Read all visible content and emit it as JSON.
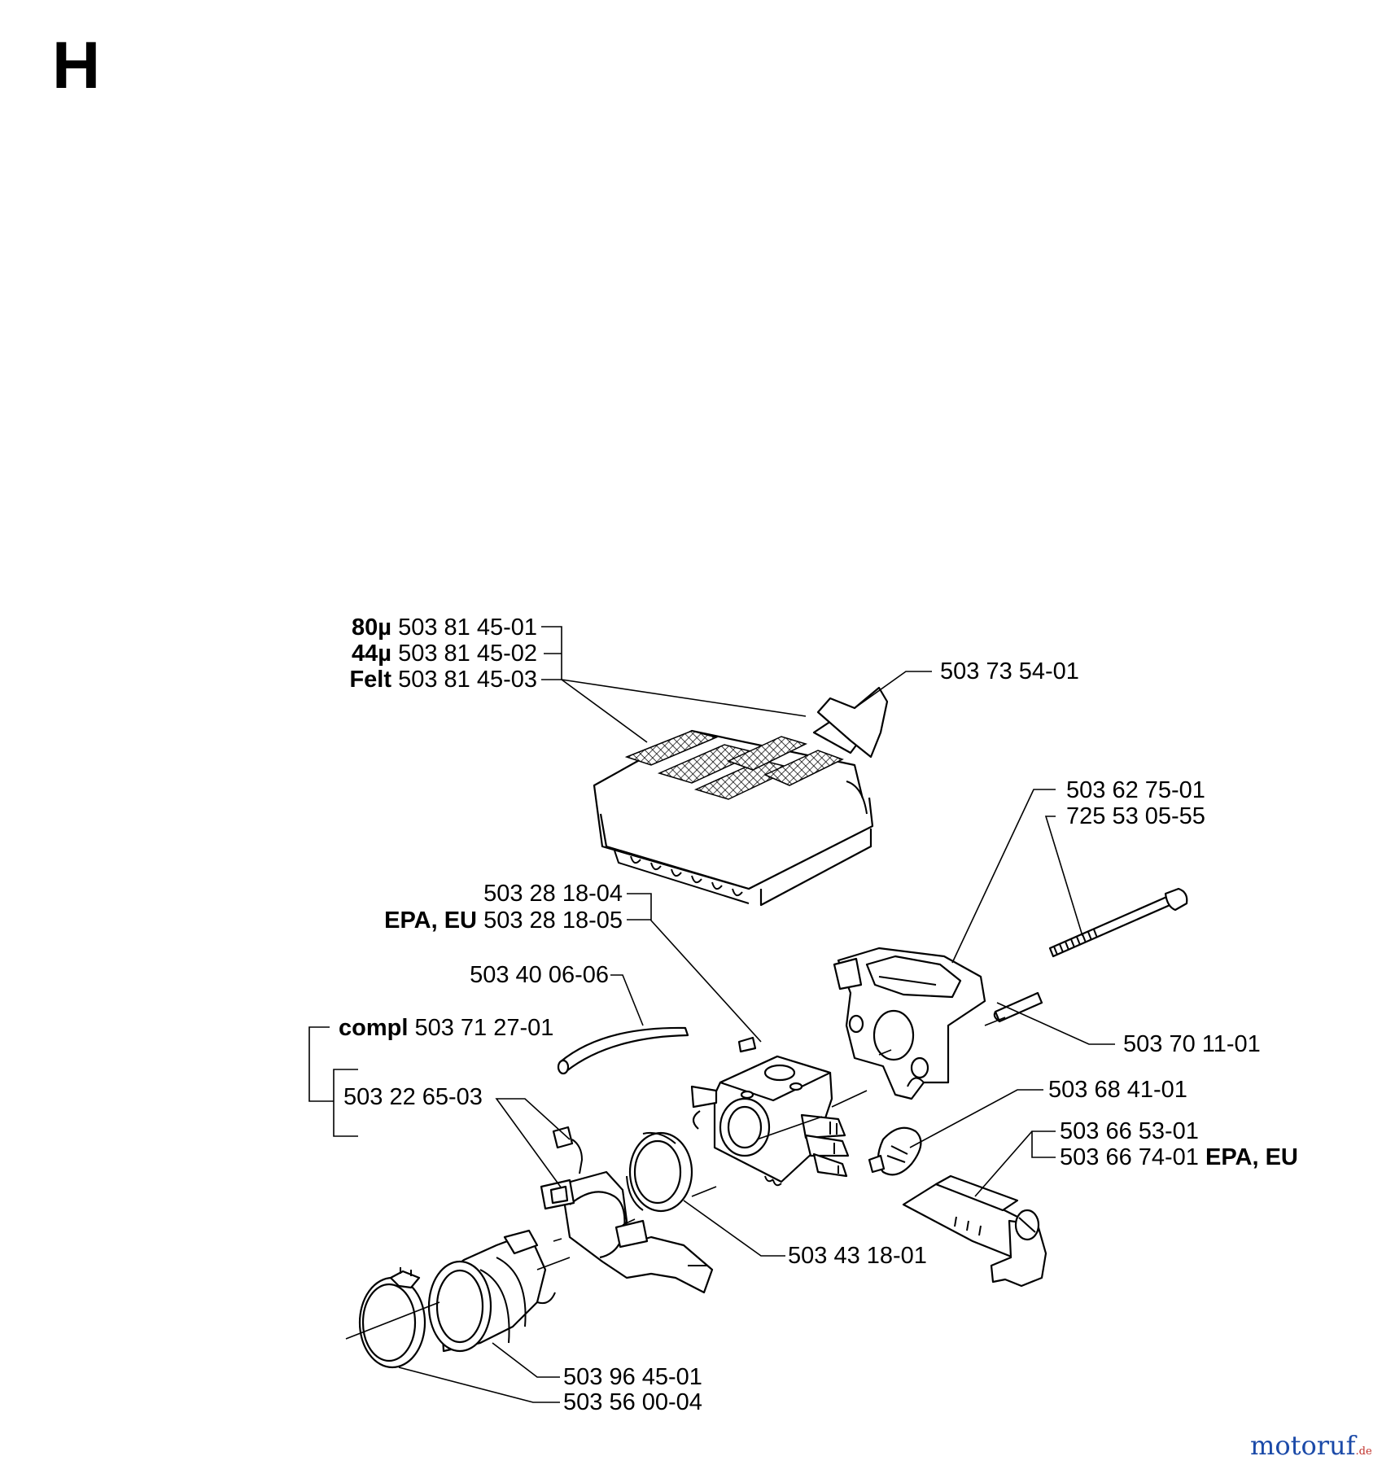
{
  "section_letter": "H",
  "watermark": {
    "part_a": "motoruf",
    "part_b": ".de",
    "color_a": "#1b4aa8",
    "color_b": "#c0302a"
  },
  "callouts": {
    "filter_80": {
      "prefix": "80µ",
      "number": "503 81 45-01"
    },
    "filter_44": {
      "prefix": "44µ",
      "number": "503 81 45-02"
    },
    "filter_felt": {
      "prefix": "Felt",
      "number": "503 81 45-03"
    },
    "gasket_top": {
      "number": "503 73 54-01"
    },
    "intake_manifold": {
      "number": "503 62 75-01"
    },
    "bolt": {
      "number": "725 53 05-55"
    },
    "carb_std": {
      "number": "503 28 18-04"
    },
    "carb_epa": {
      "prefix": "EPA, EU",
      "number": "503 28 18-05"
    },
    "fuel_hose": {
      "number": "503 40 06-06"
    },
    "spacer": {
      "number": "503 70 11-01"
    },
    "intake_compl": {
      "prefix": "compl",
      "number": "503 71 27-01"
    },
    "intake_bracket": {
      "number": "503 22 65-03"
    },
    "adjust_knob": {
      "number": "503 68 41-01"
    },
    "throttle_link_std": {
      "number": "503 66 53-01"
    },
    "throttle_link_epa": {
      "number": "503 66 74-01",
      "suffix": "EPA, EU"
    },
    "seal_ring": {
      "number": "503 43 18-01"
    },
    "boot": {
      "number": "503 96 45-01"
    },
    "clamp": {
      "number": "503 56 00-04"
    }
  }
}
